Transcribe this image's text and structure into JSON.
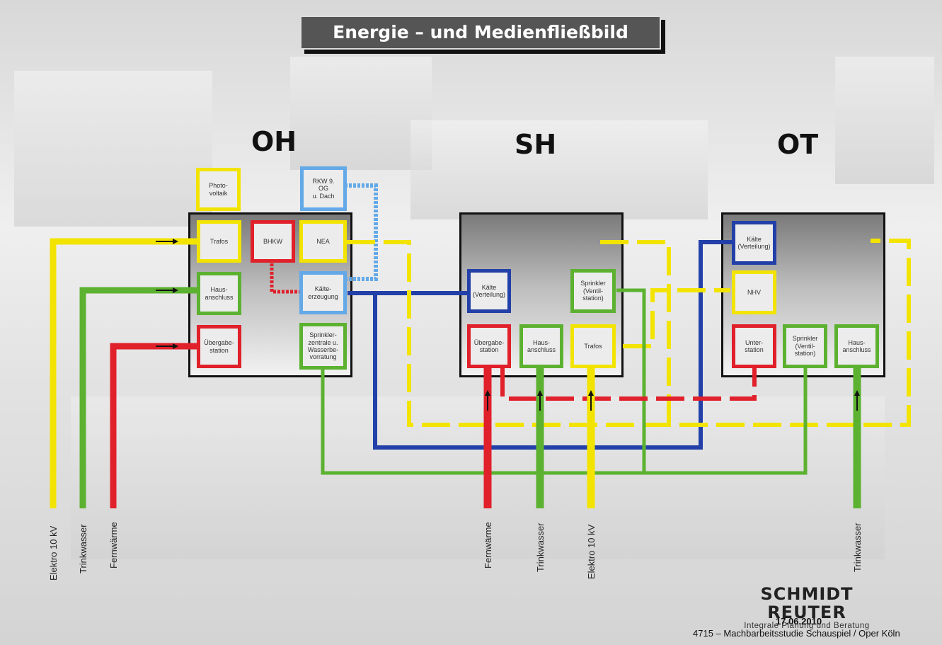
{
  "title": "Energie – und Medienfließbild",
  "zones": {
    "oh": "OH",
    "sh": "SH",
    "ot": "OT"
  },
  "colors": {
    "elektro": "#f2e400",
    "wasser": "#5cb230",
    "waerme": "#e0202a",
    "kaelte": "#2340a8",
    "kaelte_dach": "#63a9e8"
  },
  "units": {
    "photovoltaik": "Photo-\nvoltaik",
    "rkw": "RKW 9.\nOG\nu. Dach",
    "oh_trafos": "Trafos",
    "oh_bhkw": "BHKW",
    "oh_nea": "NEA",
    "oh_hausanschluss": "Haus-\nanschluss",
    "oh_kaelteerzeugung": "Kälte-\nerzeugung",
    "oh_uebergabe": "Übergabe-\nstation",
    "oh_sprinkler": "Sprinkler-\nzentrale u.\nWasserbe-\nvorratung",
    "sh_kaelte": "Kälte\n(Verteilung)",
    "sh_sprinkler": "Sprinkler\n(Ventil-\nstation)",
    "sh_uebergabe": "Übergabe-\nstation",
    "sh_hausanschluss": "Haus-\nanschluss",
    "sh_trafos": "Trafos",
    "ot_kaelte": "Kälte\n(Verteilung)",
    "ot_nhv": "NHV",
    "ot_unterstation": "Unter-\nstation",
    "ot_sprinkler": "Sprinkler\n(Ventil-\nstation)",
    "ot_hausanschluss": "Haus-\nanschluss"
  },
  "feeds": {
    "oh_elektro": "Elektro 10 kV",
    "oh_trinkwasser": "Trinkwasser",
    "oh_fernwaerme": "Fernwärme",
    "sh_fernwaerme": "Fernwärme",
    "sh_trinkwasser": "Trinkwasser",
    "sh_elektro": "Elektro 10 kV",
    "ot_trinkwasser": "Trinkwasser"
  },
  "footer": {
    "company": "SCHMIDT REUTER",
    "tagline": "Integrale Planung und Beratung",
    "date": "17.06.2010",
    "project": "4715 – Machbarbeitsstudie Schauspiel / Oper Köln"
  }
}
